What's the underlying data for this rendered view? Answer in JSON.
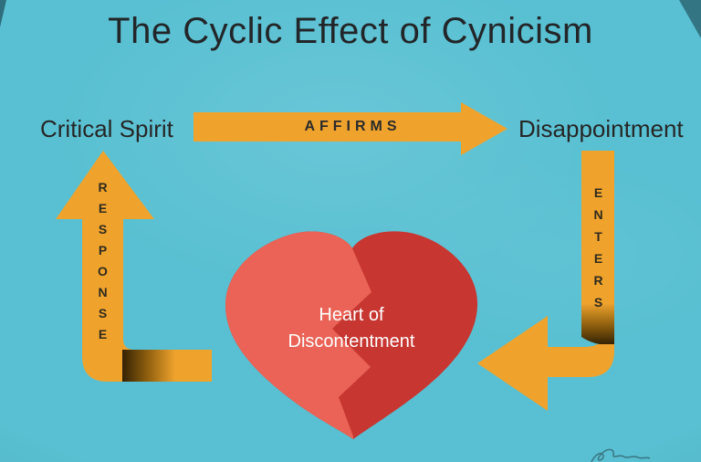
{
  "title": "The Cyclic Effect of Cynicism",
  "nodes": {
    "critical_spirit": "Critical Spirit",
    "disappointment": "Disappointment",
    "heart": {
      "line1": "Heart of",
      "line2": "Discontentment"
    }
  },
  "arrows": {
    "affirms_label": "AFFIRMS",
    "enters_label": "ENTERS",
    "response_label": "RESPONSE"
  },
  "colors": {
    "background_teal": "#58c0d2",
    "arrow_orange": "#efa32d",
    "fold_shadow": "#392704",
    "heart_left_light_red": "#ea6356",
    "heart_right_dark_red": "#c73631",
    "title_text": "#232629",
    "label_text": "#262626",
    "heart_text": "#ffffff"
  }
}
